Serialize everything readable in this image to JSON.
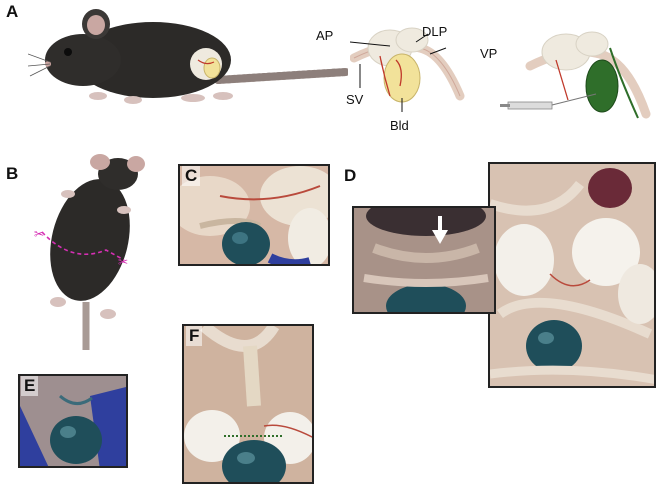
{
  "panels": {
    "a": "A",
    "b": "B",
    "c": "C",
    "d": "D",
    "e": "E",
    "f": "F"
  },
  "anatomy_labels": {
    "ap": "AP",
    "dlp": "DLP",
    "vp": "VP",
    "sv": "SV",
    "bld": "Bld"
  },
  "colors": {
    "mouse_body": "#2c2a28",
    "gland_cream": "#efeadf",
    "vessel_red": "#c0392b",
    "bladder_yellow": "#f2e29a",
    "bladder_green": "#2f6e2a",
    "dye_blue": "#1f4e5a",
    "tissue_pink": "#d9b8a8",
    "incision_magenta": "#d62fb4"
  }
}
